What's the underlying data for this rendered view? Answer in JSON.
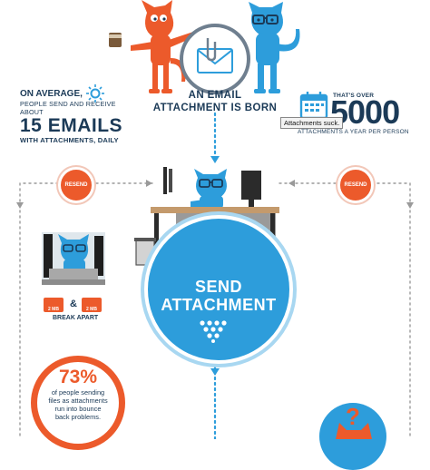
{
  "top_left_stat": {
    "line1": "ON AVERAGE,",
    "line2": "PEOPLE SEND AND RECEIVE ABOUT",
    "big": "15 EMAILS",
    "line3": "WITH ATTACHMENTS, DAILY"
  },
  "born_text": {
    "line1": "AN EMAIL",
    "line2": "ATTACHMENT IS BORN"
  },
  "right_stat": {
    "small": "THAT'S OVER",
    "big": "5000",
    "tail": "ATTACHMENTS A YEAR PER PERSON",
    "tooltip": "Attachments suck."
  },
  "resend_left": "RESEND",
  "resend_right": "RESEND",
  "send_circle": {
    "line1": "SEND",
    "line2": "ATTACHMENT"
  },
  "break_apart": {
    "label": "BREAK APART",
    "amp": "&",
    "file_a": "2 MB",
    "file_b": "2 MB"
  },
  "percent_stat": {
    "value": "73%",
    "desc_lines": [
      "of people sending",
      "files as attachments",
      "run into bounce",
      "back problems."
    ]
  },
  "question_mark": "?",
  "colors": {
    "navy": "#1b3a57",
    "blue": "#2d9ddb",
    "orange": "#ec5a2b"
  }
}
